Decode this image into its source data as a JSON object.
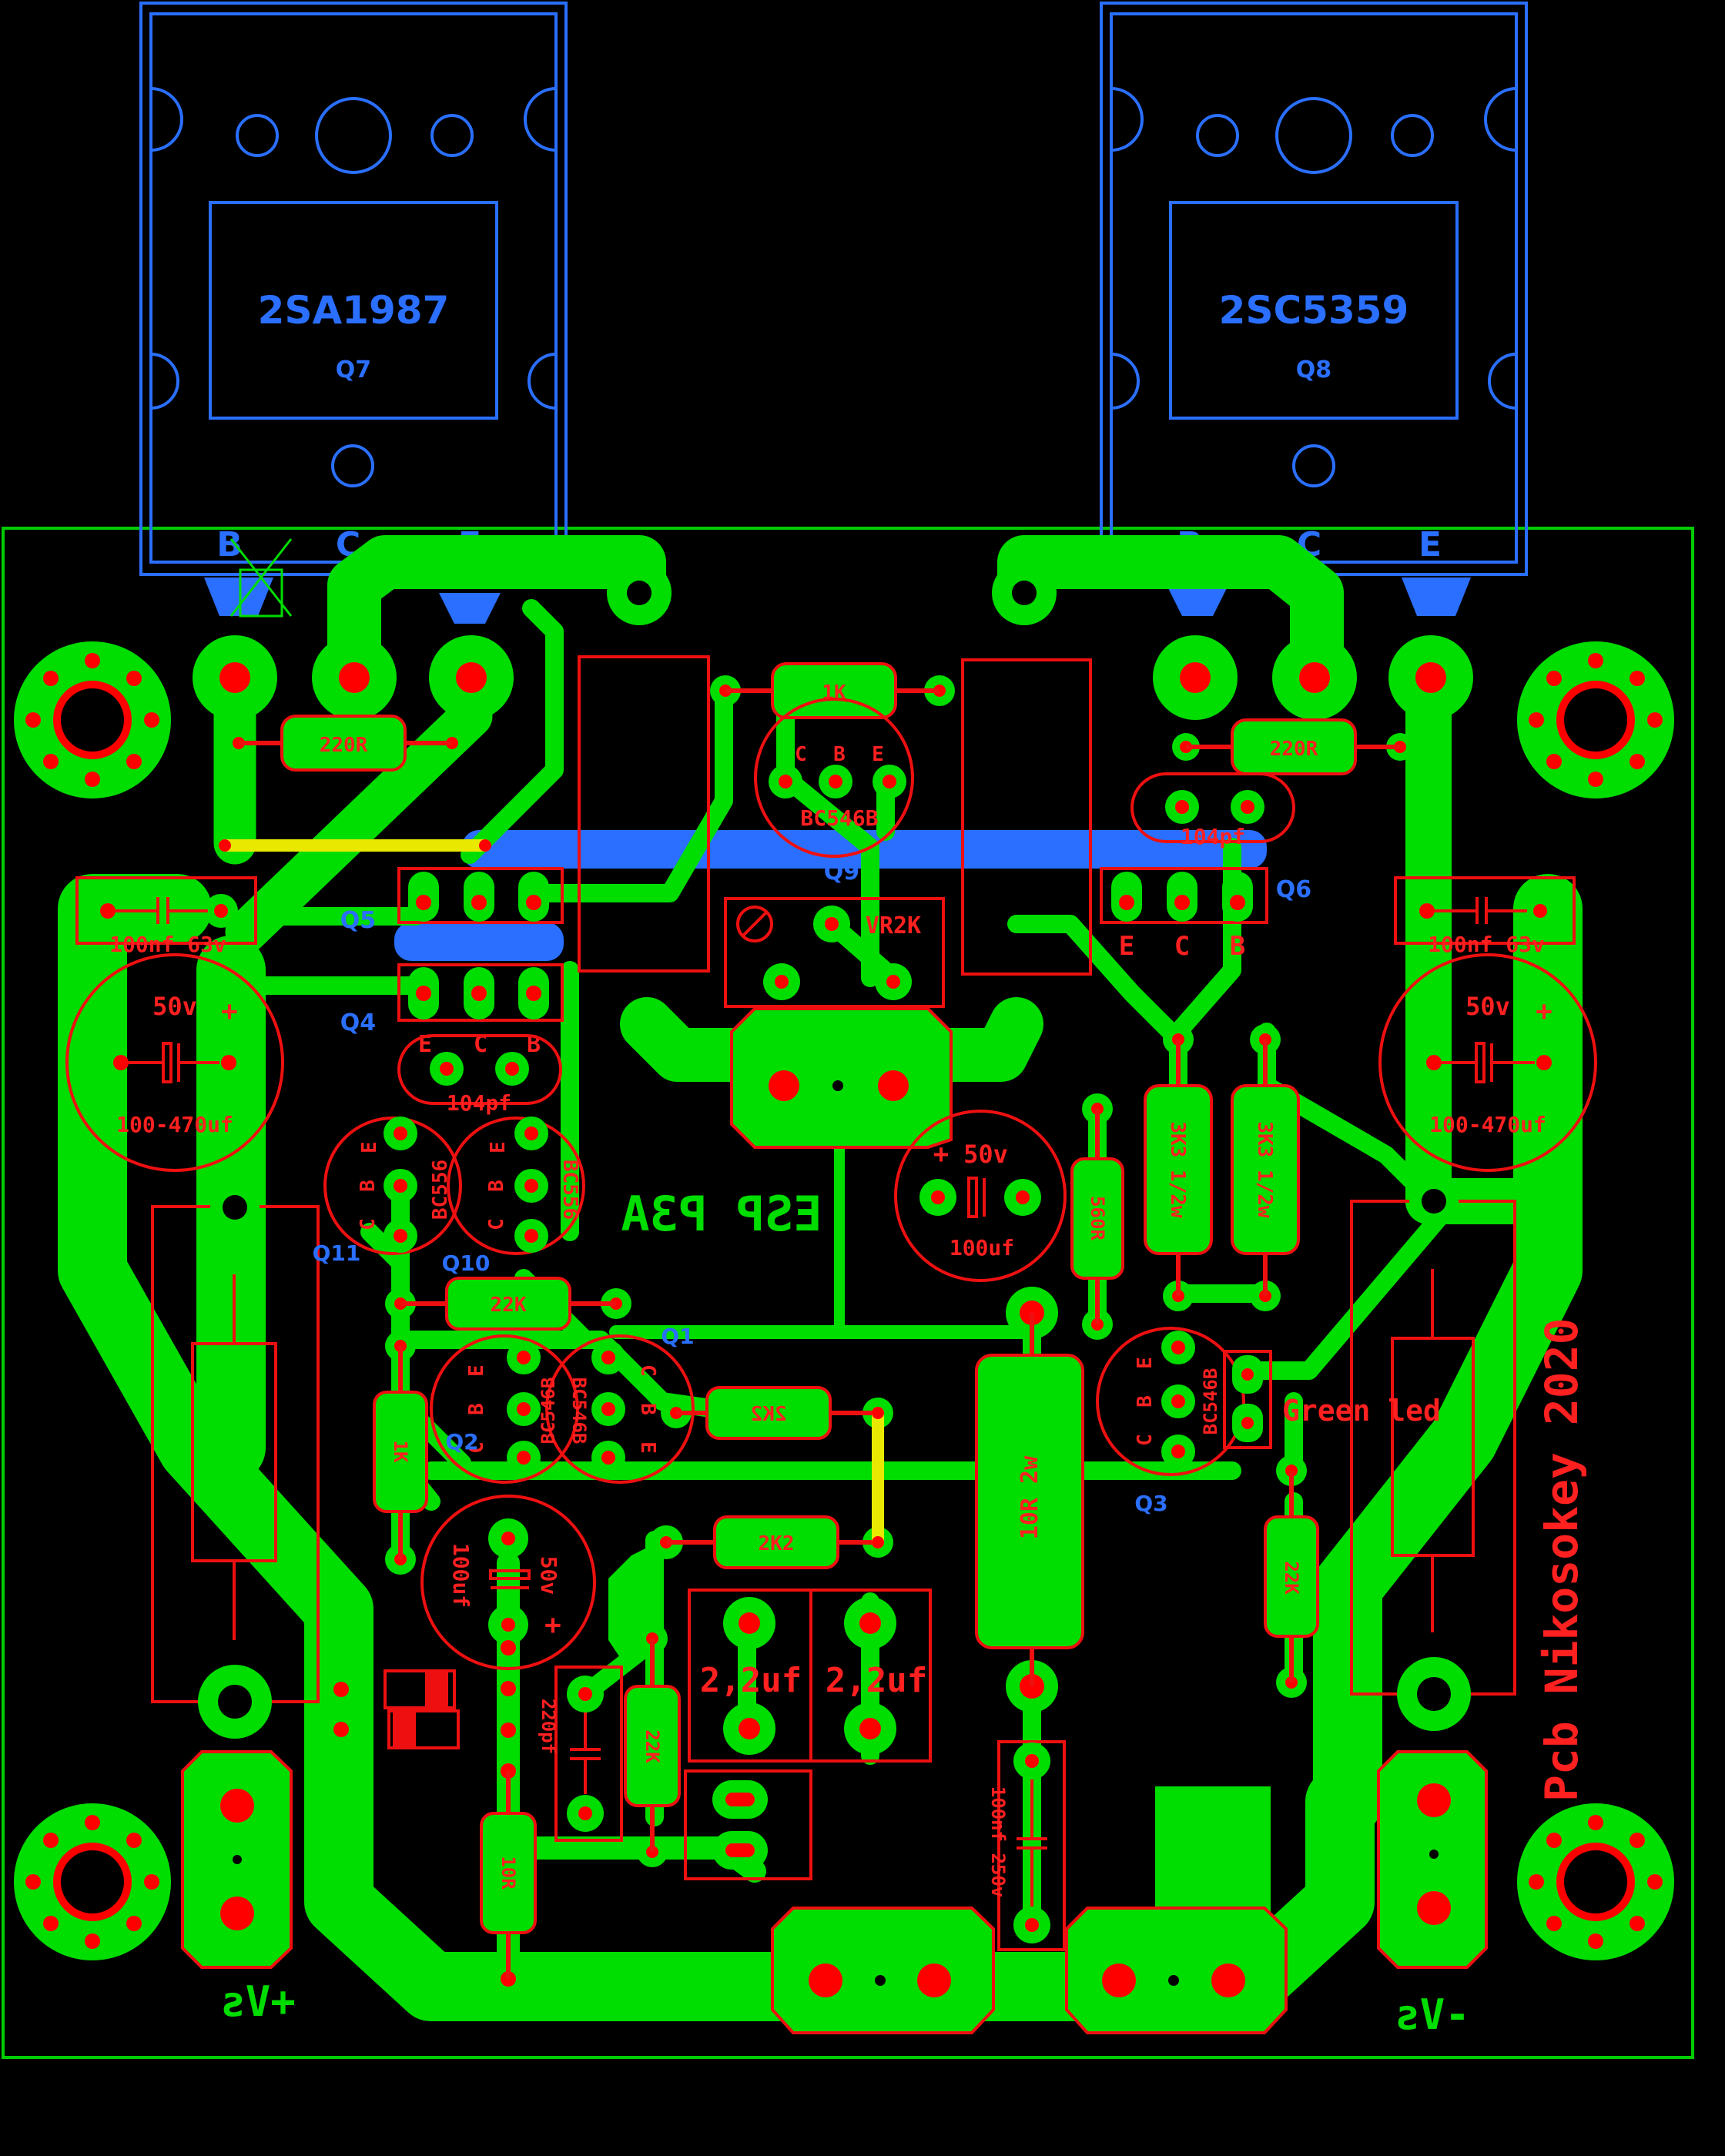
{
  "board": {
    "colors": {
      "background": "#000000",
      "copper": "#00dd00",
      "silkscreen": "#ee1010",
      "top_layer": "#2a6fff",
      "jumper": "#e8e800",
      "outline": "#00cc00"
    },
    "power_transistors": {
      "left": {
        "part": "2SA1987",
        "ref": "Q7",
        "pins": [
          "B",
          "C",
          "E"
        ]
      },
      "right": {
        "part": "2SC5359",
        "ref": "Q8",
        "pins": [
          "B",
          "C",
          "E"
        ]
      }
    },
    "transistor_refs": {
      "q5": "Q5",
      "q4": "Q4",
      "q6": "Q6",
      "q9": "Q9",
      "q11": "Q11",
      "q10": "Q10",
      "q1": "Q1",
      "q2": "Q2",
      "q3": "Q3"
    },
    "pin_labels": {
      "e": "E",
      "c": "C",
      "b": "B"
    },
    "components": {
      "r_1k": "1K",
      "bc546b_top": "BC546B",
      "r_220r_left": "220R",
      "r_220r_right": "220R",
      "cap_104_right": "104pf",
      "cap_104_left": "104pf",
      "vr2k": "VR2K",
      "cap_100nf_left": "100nf 63v",
      "cap_100nf_right": "100nf 63v",
      "cap_50v_left": "50v",
      "cap_470_left": "100-470uf",
      "cap_50v_right": "50v",
      "cap_470_right": "100-470uf",
      "plus": "+",
      "bc556_q11": "BC556",
      "bc556_q10": "BC556",
      "r_22k_mid": "22K",
      "bc546b_q2a": "BC546B",
      "bc546b_q2b": "BC546B",
      "r_2k2_a": "2K2",
      "r_2k2_b": "2K2",
      "cap_50v_mid": "50v",
      "cap_100uf_mid": "100uf",
      "r_560r": "560R",
      "r_3k3_a": "3K3 1/2w",
      "r_3k3_b": "3K3 1/2w",
      "bc546b_q3": "BC546B",
      "green_led": "Green led",
      "r_10r_2w": "10R 2w",
      "r_22k_right": "22K",
      "cap_100uf_bottom": "100uf",
      "cap_50v_bottom": "50v",
      "cap_2u2_a": "2,2uf",
      "cap_2u2_b": "2,2uf",
      "cap_220pf": "220pf",
      "r_22k_bottom": "22K",
      "r_10r": "10R",
      "cap_100nf_250v": "100nf 250v",
      "r_1k_left": "1K"
    },
    "board_text": {
      "esp": "ESP P3A",
      "credit": "Pcb Nikosokey 2020",
      "vs_plus": "+Vs",
      "vs_minus": "-Vs"
    }
  }
}
